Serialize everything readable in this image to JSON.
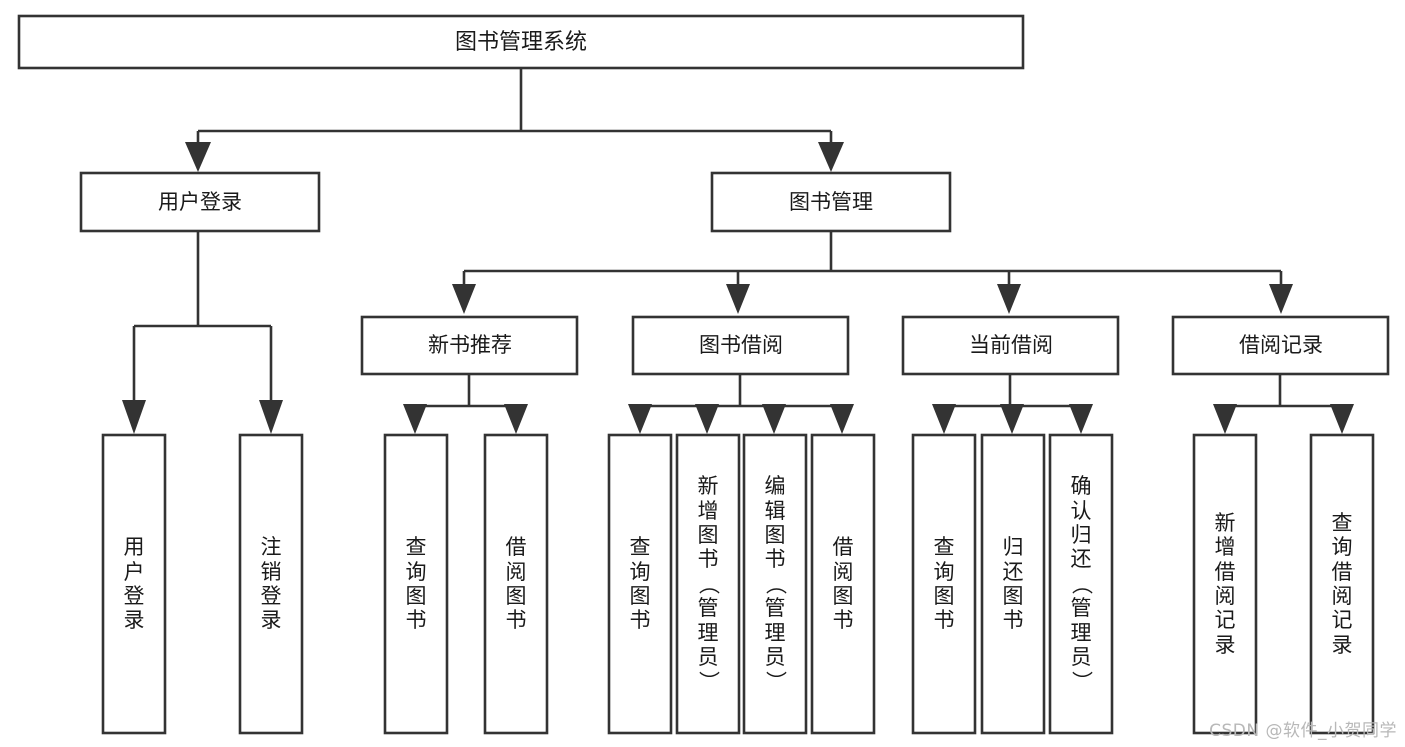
{
  "diagram": {
    "type": "tree-hierarchy",
    "title": "图书管理系统",
    "orientation": "top-down",
    "colors": {
      "box_stroke": "#333333",
      "box_fill": "#ffffff",
      "text": "#1a1a1a",
      "background": "#ffffff",
      "watermark": "#b8b8b8"
    },
    "root": {
      "id": "root",
      "label": "图书管理系统"
    },
    "level2": [
      {
        "id": "user-login",
        "label": "用户登录"
      },
      {
        "id": "book-manage",
        "label": "图书管理"
      }
    ],
    "level3": [
      {
        "id": "new-book-recommend",
        "label": "新书推荐",
        "parent": "book-manage"
      },
      {
        "id": "book-borrow",
        "label": "图书借阅",
        "parent": "book-manage"
      },
      {
        "id": "current-borrow",
        "label": "当前借阅",
        "parent": "book-manage"
      },
      {
        "id": "borrow-record",
        "label": "借阅记录",
        "parent": "book-manage"
      }
    ],
    "leaves": [
      {
        "id": "leaf-user-login",
        "label": "用户登录",
        "parent": "user-login"
      },
      {
        "id": "leaf-logout",
        "label": "注销登录",
        "parent": "user-login"
      },
      {
        "id": "leaf-query-book-1",
        "label": "查询图书",
        "parent": "new-book-recommend"
      },
      {
        "id": "leaf-borrow-book-1",
        "label": "借阅图书",
        "parent": "new-book-recommend"
      },
      {
        "id": "leaf-query-book-2",
        "label": "查询图书",
        "parent": "book-borrow"
      },
      {
        "id": "leaf-add-book",
        "label": "新增图书（管理员）",
        "parent": "book-borrow"
      },
      {
        "id": "leaf-edit-book",
        "label": "编辑图书（管理员）",
        "parent": "book-borrow"
      },
      {
        "id": "leaf-borrow-book-2",
        "label": "借阅图书",
        "parent": "book-borrow"
      },
      {
        "id": "leaf-query-book-3",
        "label": "查询图书",
        "parent": "current-borrow"
      },
      {
        "id": "leaf-return-book",
        "label": "归还图书",
        "parent": "current-borrow"
      },
      {
        "id": "leaf-confirm-return",
        "label": "确认归还（管理员）",
        "parent": "current-borrow"
      },
      {
        "id": "leaf-add-record",
        "label": "新增借阅记录",
        "parent": "borrow-record"
      },
      {
        "id": "leaf-query-record",
        "label": "查询借阅记录",
        "parent": "borrow-record"
      }
    ],
    "watermark": "CSDN @软件_小贺同学"
  }
}
